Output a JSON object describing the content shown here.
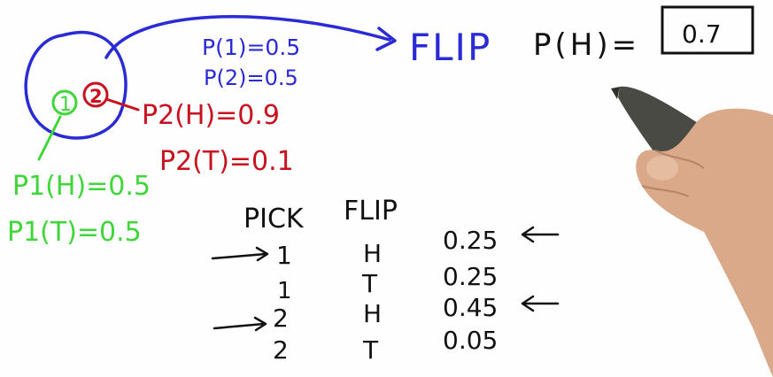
{
  "colors": {
    "blue": "#2b2bd6",
    "green": "#3fd63a",
    "red": "#c8101e",
    "black": "#111111",
    "skin": "#d9a98a",
    "marker": "#4a4a45"
  },
  "icons": {
    "hand": "hand-with-marker-icon"
  },
  "blue_notes": {
    "p1": "P(1)=0.5",
    "p2": "P(2)=0.5",
    "flip": "FLIP"
  },
  "coin_labels": {
    "coin1": "1",
    "coin2": "2"
  },
  "green_notes": {
    "heads": "P1(H)=0.5",
    "tails": "P1(T)=0.5"
  },
  "red_notes": {
    "heads": "P2(H)=0.9",
    "tails": "P2(T)=0.1"
  },
  "answer": {
    "prefix": "P(H)=",
    "value": "0.7"
  },
  "table": {
    "headers": [
      "PICK",
      "FLIP"
    ],
    "rows": [
      {
        "pick": "1",
        "flip": "H",
        "prob": "0.25",
        "marked": true
      },
      {
        "pick": "1",
        "flip": "T",
        "prob": "0.25",
        "marked": false
      },
      {
        "pick": "2",
        "flip": "H",
        "prob": "0.45",
        "marked": true
      },
      {
        "pick": "2",
        "flip": "T",
        "prob": "0.05",
        "marked": false
      }
    ]
  }
}
